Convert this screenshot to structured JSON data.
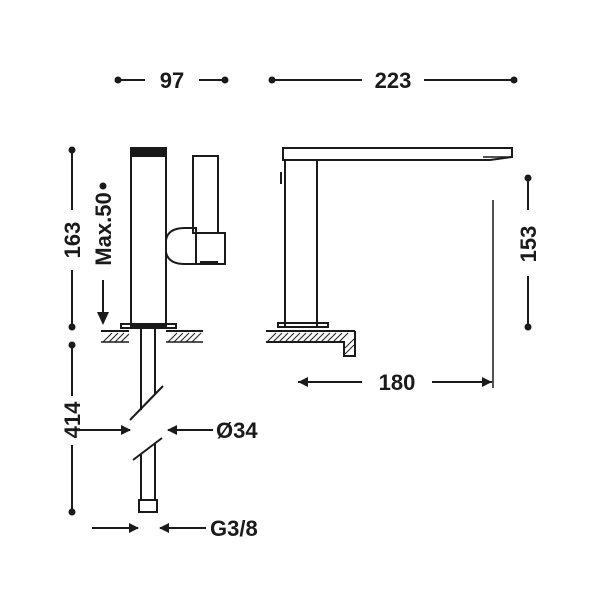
{
  "dimensions": {
    "top_width": "97",
    "spout_length": "223",
    "body_height": "163",
    "lever_clearance": "Max.50",
    "spout_height": "153",
    "projection": "180",
    "hose_length": "414",
    "hole_diameter": "Ø34",
    "thread": "G3/8"
  }
}
